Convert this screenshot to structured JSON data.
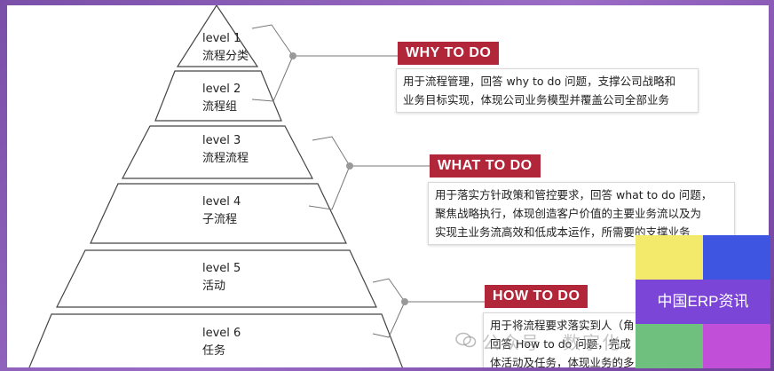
{
  "levels": [
    {
      "level": "level 1",
      "name": "流程分类"
    },
    {
      "level": "level 2",
      "name": "流程组"
    },
    {
      "level": "level 3",
      "name": "流程流程"
    },
    {
      "level": "level 4",
      "name": "子流程"
    },
    {
      "level": "level 5",
      "name": "活动"
    },
    {
      "level": "level 6",
      "name": "任务"
    }
  ],
  "callouts": [
    {
      "tag": "WHY TO DO",
      "lines": [
        "用于流程管理，回答 why to do 问题，支撑公司战略和",
        "业务目标实现，体现公司业务模型并覆盖公司全部业务"
      ]
    },
    {
      "tag": "WHAT TO DO",
      "lines": [
        "用于落实方针政策和管控要求，回答 what to do 问题，",
        "聚焦战略执行，体现创造客户价值的主要业务流以及为",
        "实现主业务流高效和低成本运作，所需要的支撑业务"
      ]
    },
    {
      "tag": "HOW TO DO",
      "lines": [
        "用于将流程要求落实到人（角",
        "回答 How to do 问题，完成",
        "体活动及任务，体现业务的多"
      ]
    }
  ],
  "watermark": "公众号 · 数字化",
  "logo": {
    "text": "中国ERP资讯",
    "colors": {
      "tl": "#f3e96a",
      "tr": "#3d55e0",
      "band": "#7b46d8",
      "bl": "#6fbf7e",
      "br": "#c24fd8"
    }
  },
  "colors": {
    "tag_bg": "#b2263a",
    "line": "#555555",
    "connector": "#999999"
  }
}
